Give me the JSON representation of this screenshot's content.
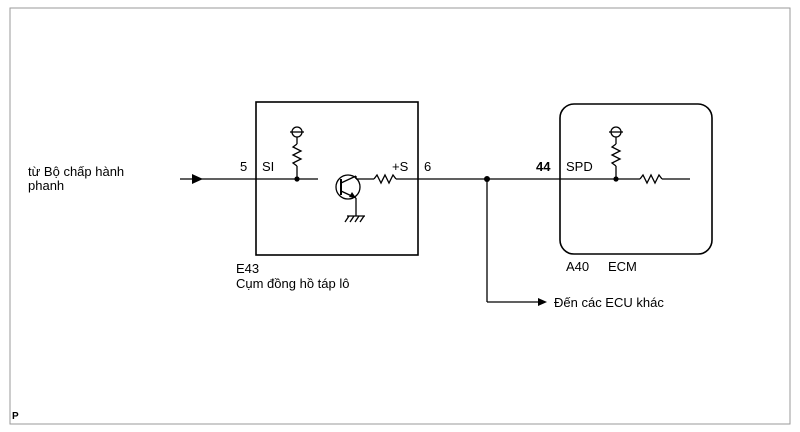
{
  "input_source": {
    "line1": "từ Bộ chấp hành",
    "line2": "phanh"
  },
  "combination_meter": {
    "code": "E43",
    "name": "Cụm đồng hồ táp lô",
    "pin_in_number": "5",
    "pin_in_name": "SI",
    "pin_out_name": "+S",
    "pin_out_number": "6"
  },
  "ecm": {
    "code": "A40",
    "name": "ECM",
    "pin_number": "44",
    "pin_name": "SPD"
  },
  "other_ecus": {
    "label": "Đến các ECU khác"
  },
  "corner_mark": "P"
}
